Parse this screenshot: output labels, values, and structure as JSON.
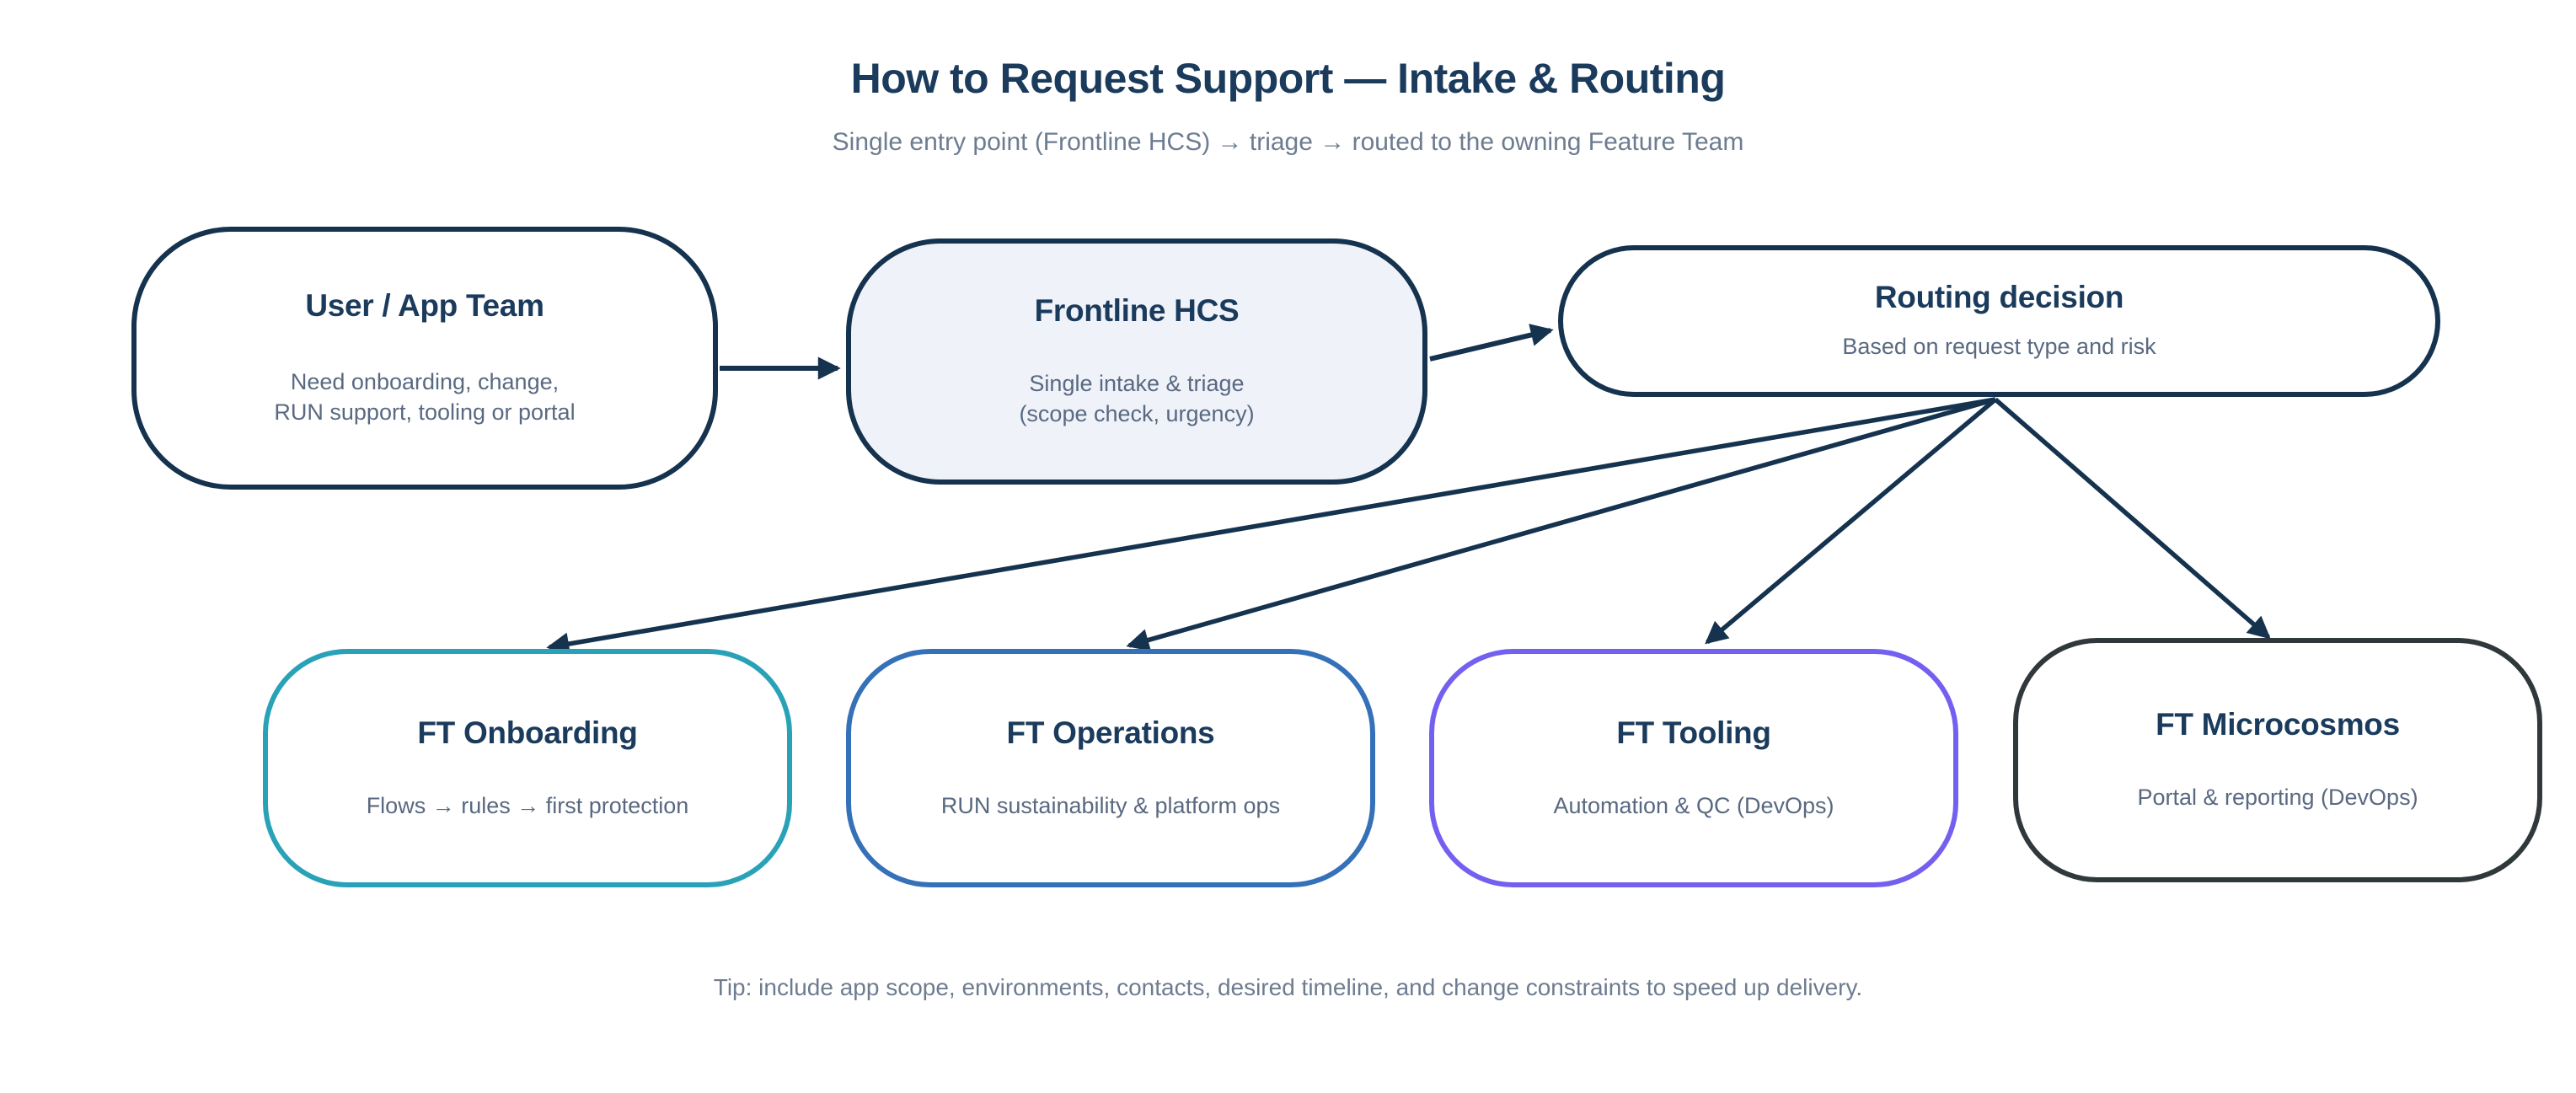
{
  "header": {
    "title": "How to Request Support — Intake & Routing",
    "subtitle": "Single entry point (Frontline HCS) → triage → routed to the owning Feature Team"
  },
  "nodes": {
    "user_app": {
      "title": "User / App Team",
      "body": "Need onboarding, change,\nRUN support, tooling or portal"
    },
    "frontline": {
      "title": "Frontline HCS",
      "body": "Single intake & triage\n(scope check, urgency)"
    },
    "routing": {
      "title": "Routing decision",
      "body": "Based on request type and risk"
    },
    "ft_onboarding": {
      "title": "FT Onboarding",
      "body": "Flows → rules → first protection"
    },
    "ft_operations": {
      "title": "FT Operations",
      "body": "RUN sustainability & platform ops"
    },
    "ft_tooling": {
      "title": "FT Tooling",
      "body": "Automation & QC (DevOps)"
    },
    "ft_microcosmos": {
      "title": "FT Microcosmos",
      "body": "Portal & reporting (DevOps)"
    }
  },
  "footer": {
    "tip": "Tip: include app scope, environments, contacts, desired timeline, and change constraints to speed up delivery."
  },
  "colors": {
    "background": "#ffffff",
    "navy": "#15324e",
    "title_text": "#1b3b5c",
    "body_text": "#59698131",
    "body_text_fix": "#596981",
    "muted_text": "#6d7c90",
    "frontline_fill": "#eff2f9",
    "teal": "#29a2b8",
    "blue": "#3571b8",
    "purple": "#7460f0",
    "charcoal": "#30383b"
  }
}
